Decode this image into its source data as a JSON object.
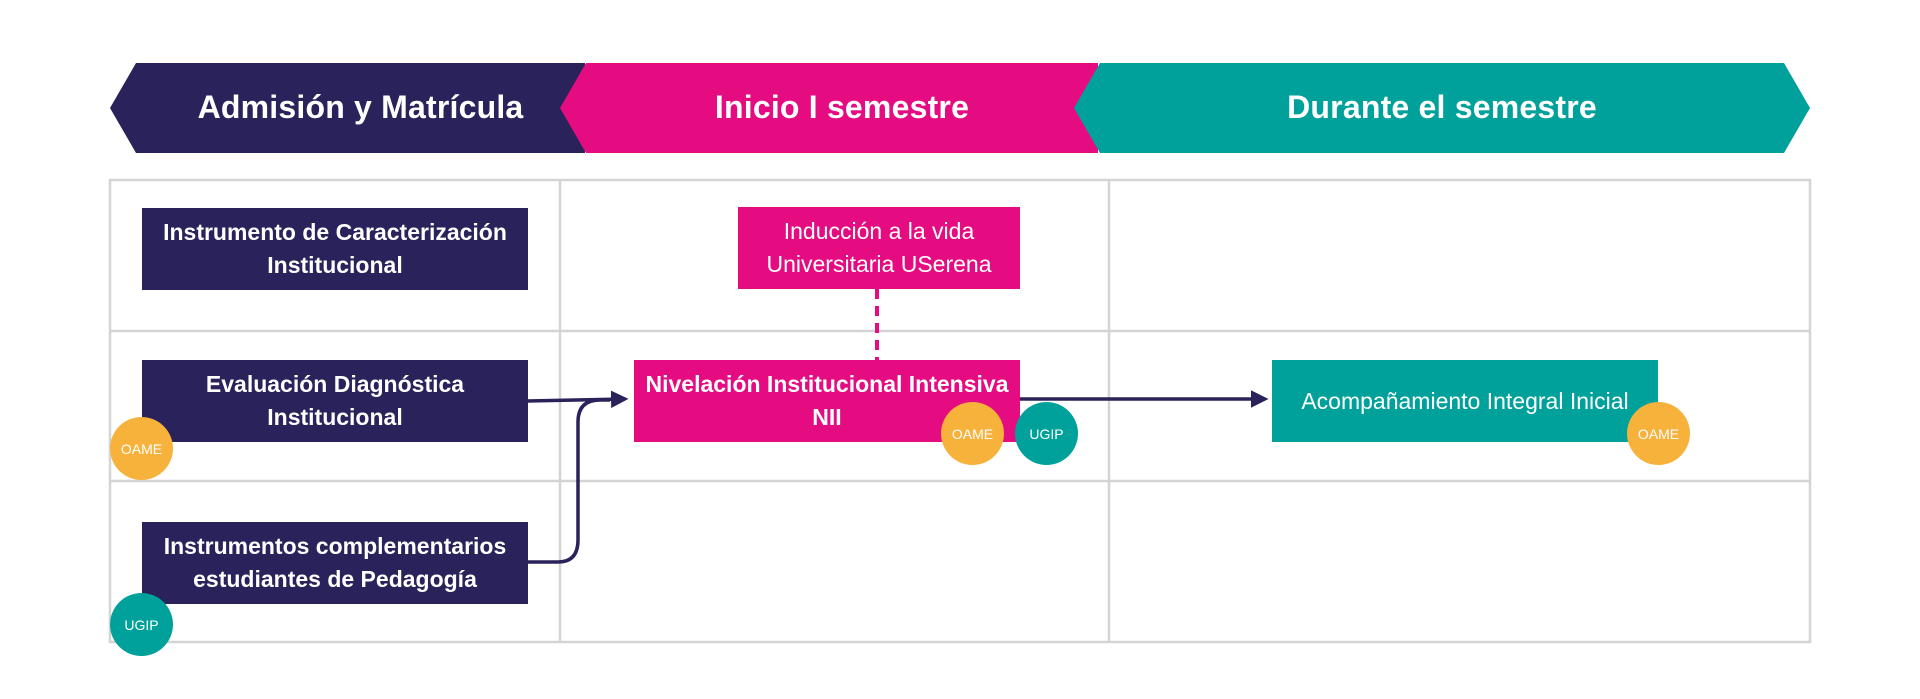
{
  "phases": [
    {
      "label": "Admisión y Matrícula",
      "color": "#2A235B"
    },
    {
      "label": "Inicio I semestre",
      "color": "#E40C80"
    },
    {
      "label": "Durante el semestre",
      "color": "#00A19A"
    }
  ],
  "colors": {
    "navy": "#2A235B",
    "magenta": "#E40C80",
    "teal": "#00A19A",
    "orange": "#F7B23B",
    "grid": "#D4D4D4",
    "connector": "#2A235B",
    "dashed": "#E40C80"
  },
  "boxes": {
    "caracterizacion": "Instrumento de Caracterización Institucional",
    "diagnostica": "Evaluación Diagnóstica Institucional",
    "complementarios": "Instrumentos complementarios estudiantes de Pedagogía",
    "induccion": "Inducción a la vida Universitaria USerena",
    "nivelacion": "Nivelación Institucional Intensiva NII",
    "acompanamiento": "Acompañamiento Integral Inicial"
  },
  "badges": {
    "oame": "OAME",
    "ugip": "UGIP"
  }
}
